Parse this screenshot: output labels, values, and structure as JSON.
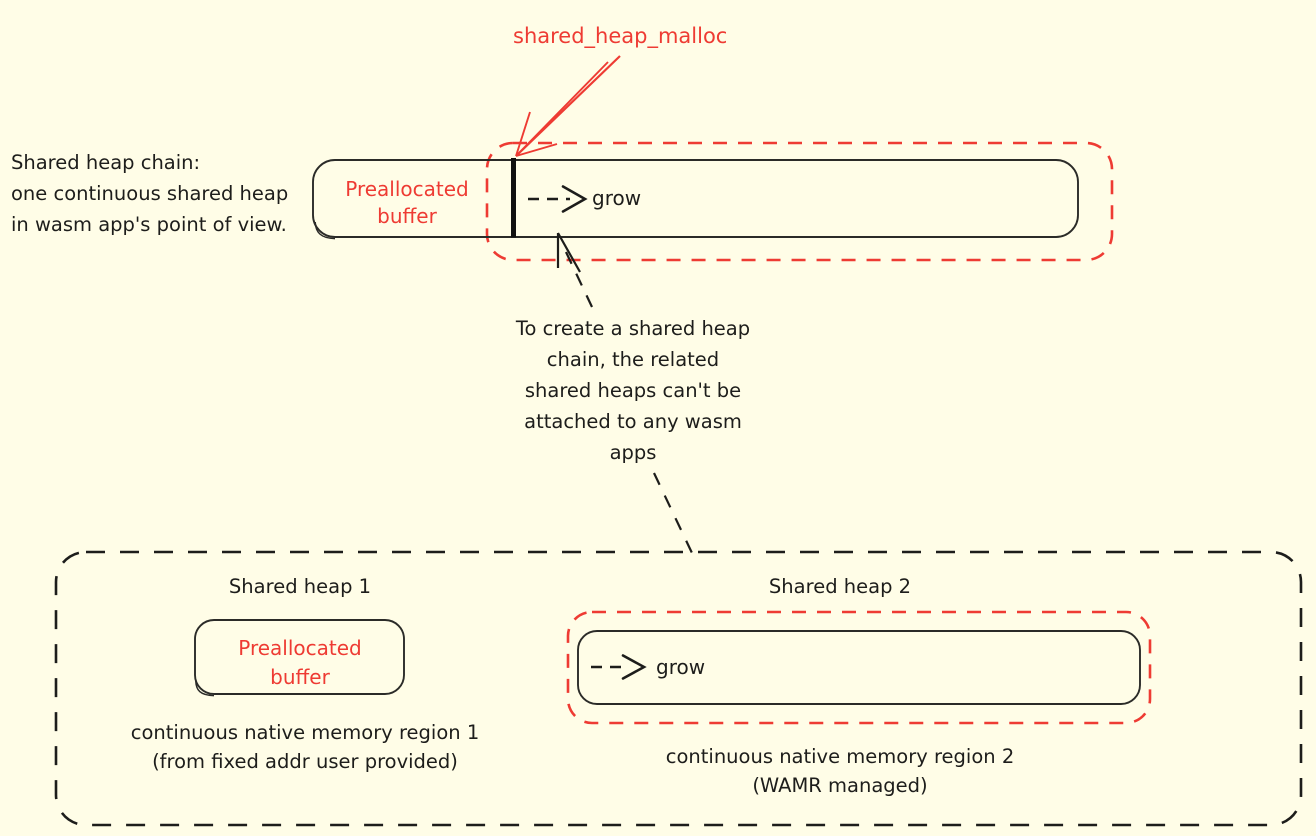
{
  "diagram": {
    "title_note": "Shared heap chain diagram",
    "background_color": "#fffde7",
    "accent_red": "#ee3b33",
    "ink_black": "#1d1d1b"
  },
  "top": {
    "side_note": "Shared heap chain:\none continuous shared heap\nin wasm app's point of view.",
    "malloc_label": "shared_heap_malloc",
    "preallocated_buffer": "Preallocated\nbuffer",
    "grow_label": "grow"
  },
  "middle": {
    "note": "To create a shared heap\nchain, the related\nshared heaps can't be\nattached to any wasm\napps"
  },
  "bottom": {
    "heap1": {
      "title": "Shared heap 1",
      "buffer_label": "Preallocated\nbuffer",
      "caption": "continuous native memory region 1\n(from fixed addr user provided)"
    },
    "heap2": {
      "title": "Shared heap 2",
      "grow_label": "grow",
      "caption": "continuous native memory region 2\n(WAMR managed)"
    }
  }
}
